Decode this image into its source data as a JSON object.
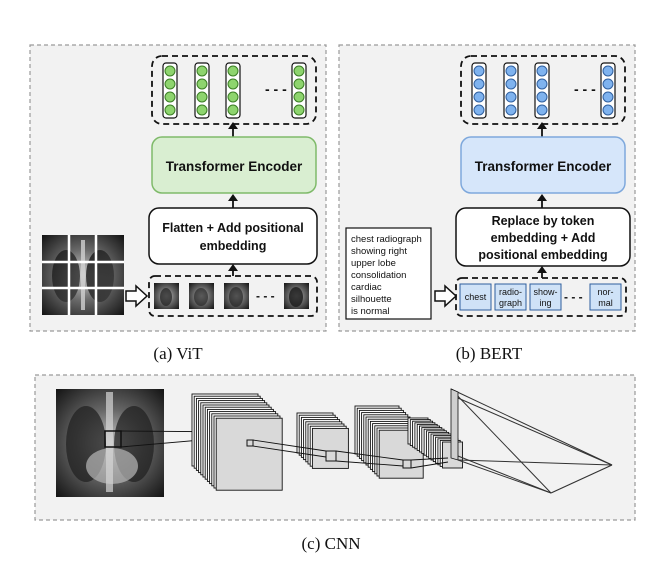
{
  "panels": {
    "vit": {
      "caption": "(a)  ViT",
      "encoder_label": "Transformer Encoder",
      "flatten_line1": "Flatten + Add positional",
      "flatten_line2": "embedding",
      "colors": {
        "encoder_fill": "#d9eed1",
        "encoder_stroke": "#7fba6a",
        "token_fill": "#8ed46e",
        "token_stroke": "#3b7d25"
      }
    },
    "bert": {
      "caption": "(b)  BERT",
      "encoder_label": "Transformer Encoder",
      "replace_line1": "Replace by token",
      "replace_line2": "embedding + Add",
      "replace_line3": "positional embedding",
      "report_lines": [
        "chest radiograph",
        "showing right",
        "upper lobe",
        "consolidation",
        "cardiac",
        "silhouette",
        "is normal"
      ],
      "tokens": {
        "t1": "chest",
        "t2a": "radio-",
        "t2b": "graph",
        "t3a": "show-",
        "t3b": "ing",
        "t4a": "nor-",
        "t4b": "mal"
      },
      "colors": {
        "encoder_fill": "#d6e6fa",
        "encoder_stroke": "#7ea8dc",
        "token_fill": "#7fb3ef",
        "token_stroke": "#2f5f9e",
        "word_fill": "#cfe2f7"
      }
    },
    "cnn": {
      "caption": "(c)  CNN"
    }
  }
}
